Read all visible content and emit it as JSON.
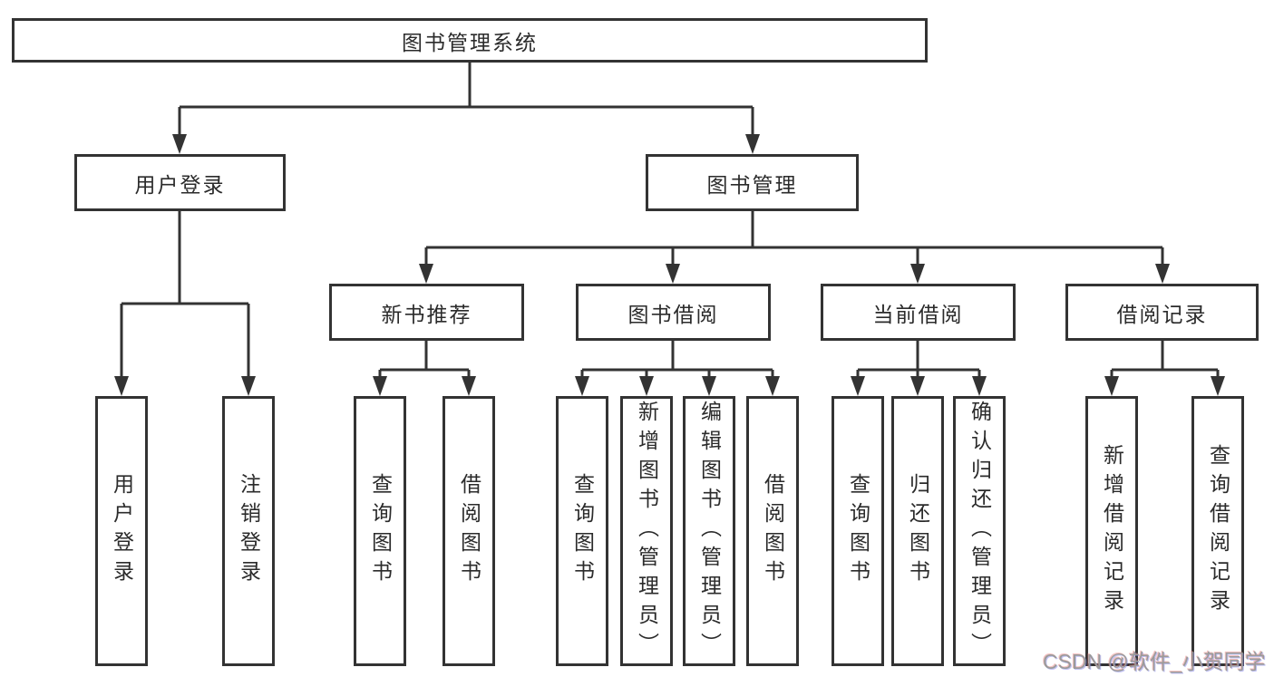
{
  "tree": {
    "root": "图书管理系统",
    "branches": [
      {
        "label": "用户登录",
        "children": [
          "用户登录",
          "注销登录"
        ]
      },
      {
        "label": "图书管理",
        "sections": [
          {
            "label": "新书推荐",
            "children": [
              "查询图书",
              "借阅图书"
            ]
          },
          {
            "label": "图书借阅",
            "children": [
              "查询图书",
              "新增图书（管理员）",
              "编辑图书（管理员）",
              "借阅图书"
            ]
          },
          {
            "label": "当前借阅",
            "children": [
              "查询图书",
              "归还图书",
              "确认归还（管理员）"
            ]
          },
          {
            "label": "借阅记录",
            "children": [
              "新增借阅记录",
              "查询借阅记录"
            ]
          }
        ]
      }
    ]
  },
  "watermark": {
    "text": "CSDN @软件_小贺同学"
  },
  "colors": {
    "line": "#333333",
    "border": "#333333",
    "text": "#2b2b2b",
    "background": "#ffffff",
    "watermark": "#9b9b9b"
  }
}
